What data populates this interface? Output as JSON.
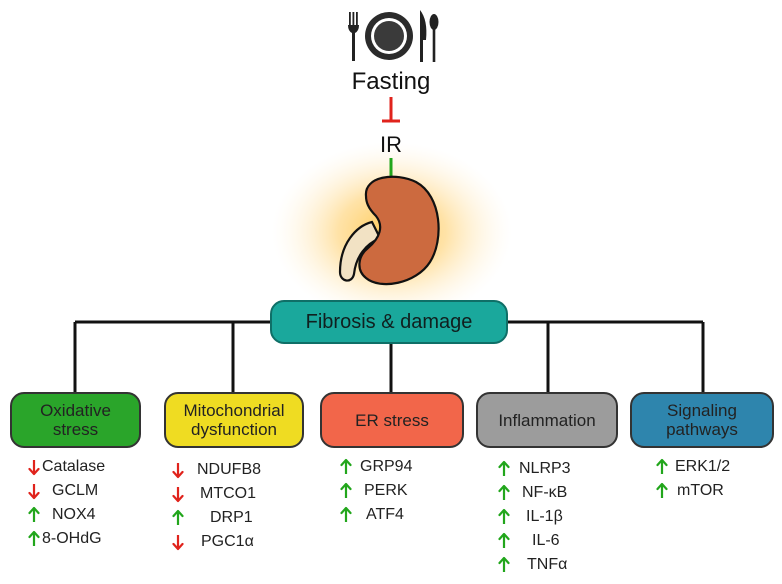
{
  "top": {
    "fasting_label": "Fasting",
    "ir_label": "IR"
  },
  "hub": {
    "label": "Fibrosis & damage"
  },
  "colors": {
    "up_arrow": "#22a61c",
    "down_arrow": "#e0231c",
    "inhibit": "#e0231c",
    "activate": "#22a61c",
    "hub_fill": "#1aa89c",
    "glow": "#ffd27a",
    "kidney": "#cc6a3f",
    "ureter": "#f2e2c4"
  },
  "icons": [
    "fork-icon",
    "plate-icon",
    "knife-icon",
    "spoon-icon",
    "kidney-icon"
  ],
  "categories": [
    {
      "id": "oxidative",
      "title_lines": [
        "Oxidative",
        "stress"
      ],
      "fill": "#2aa52a",
      "items": [
        {
          "label": "Catalase",
          "dir": "down"
        },
        {
          "label": "GCLM",
          "dir": "down"
        },
        {
          "label": "NOX4",
          "dir": "up"
        },
        {
          "label": "8-OHdG",
          "dir": "up"
        }
      ]
    },
    {
      "id": "mitochondrial",
      "title_lines": [
        "Mitochondrial",
        "dysfunction"
      ],
      "fill": "#efdc22",
      "items": [
        {
          "label": "NDUFB8",
          "dir": "down"
        },
        {
          "label": "MTCO1",
          "dir": "down"
        },
        {
          "label": "DRP1",
          "dir": "up"
        },
        {
          "label": "PGC1α",
          "dir": "down"
        }
      ]
    },
    {
      "id": "er",
      "title_lines": [
        "ER stress"
      ],
      "fill": "#f2664a",
      "items": [
        {
          "label": "GRP94",
          "dir": "up"
        },
        {
          "label": "PERK",
          "dir": "up"
        },
        {
          "label": "ATF4",
          "dir": "up"
        }
      ]
    },
    {
      "id": "inflammation",
      "title_lines": [
        "Inflammation"
      ],
      "fill": "#9c9c9c",
      "items": [
        {
          "label": "NLRP3",
          "dir": "up"
        },
        {
          "label": "NF-κB",
          "dir": "up"
        },
        {
          "label": "IL-1β",
          "dir": "up"
        },
        {
          "label": "IL-6",
          "dir": "up"
        },
        {
          "label": "TNFα",
          "dir": "up"
        }
      ]
    },
    {
      "id": "signaling",
      "title_lines": [
        "Signaling",
        "pathways"
      ],
      "fill": "#2e85ad",
      "items": [
        {
          "label": "ERK1/2",
          "dir": "up"
        },
        {
          "label": "mTOR",
          "dir": "up"
        }
      ]
    }
  ]
}
